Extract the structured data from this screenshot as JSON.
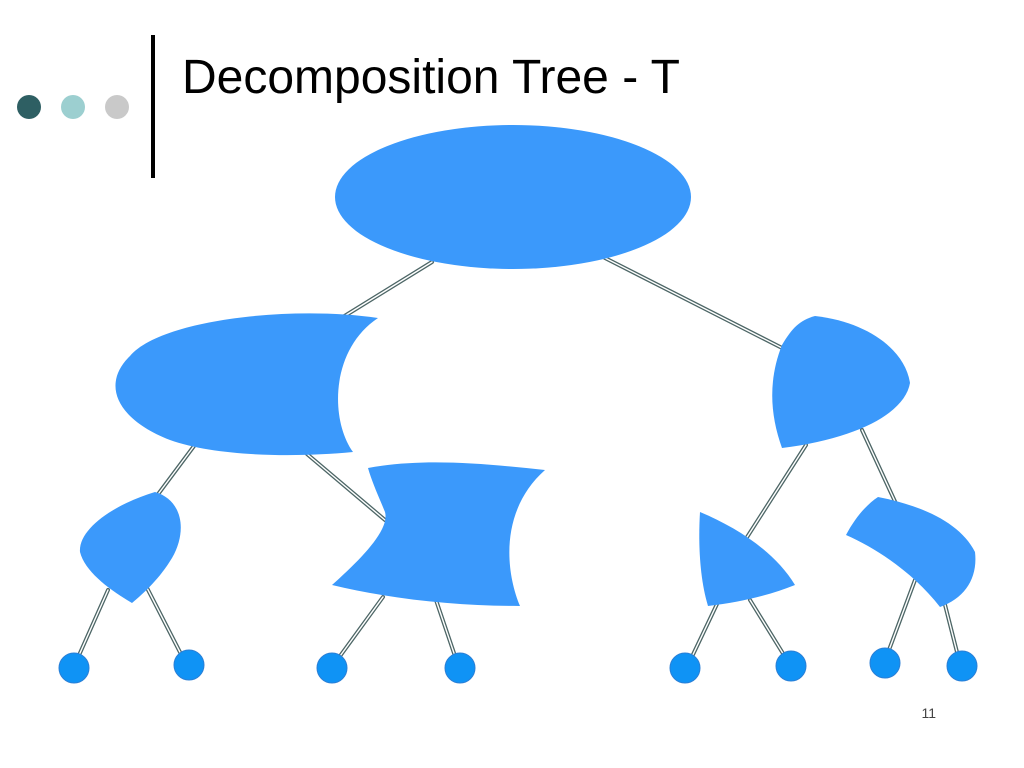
{
  "slide": {
    "title": "Decomposition Tree - T",
    "page_number": "11"
  },
  "colors": {
    "dot_dark": "#2e5f63",
    "dot_teal": "#9ccfd0",
    "dot_gray": "#c9c9c9",
    "node_fill": "#3b99fb",
    "leaf_fill": "#0f93f5",
    "edge_color": "#4d6666",
    "title_rule": "#000000"
  },
  "diagram": {
    "levels": [
      1,
      2,
      4,
      8
    ]
  }
}
